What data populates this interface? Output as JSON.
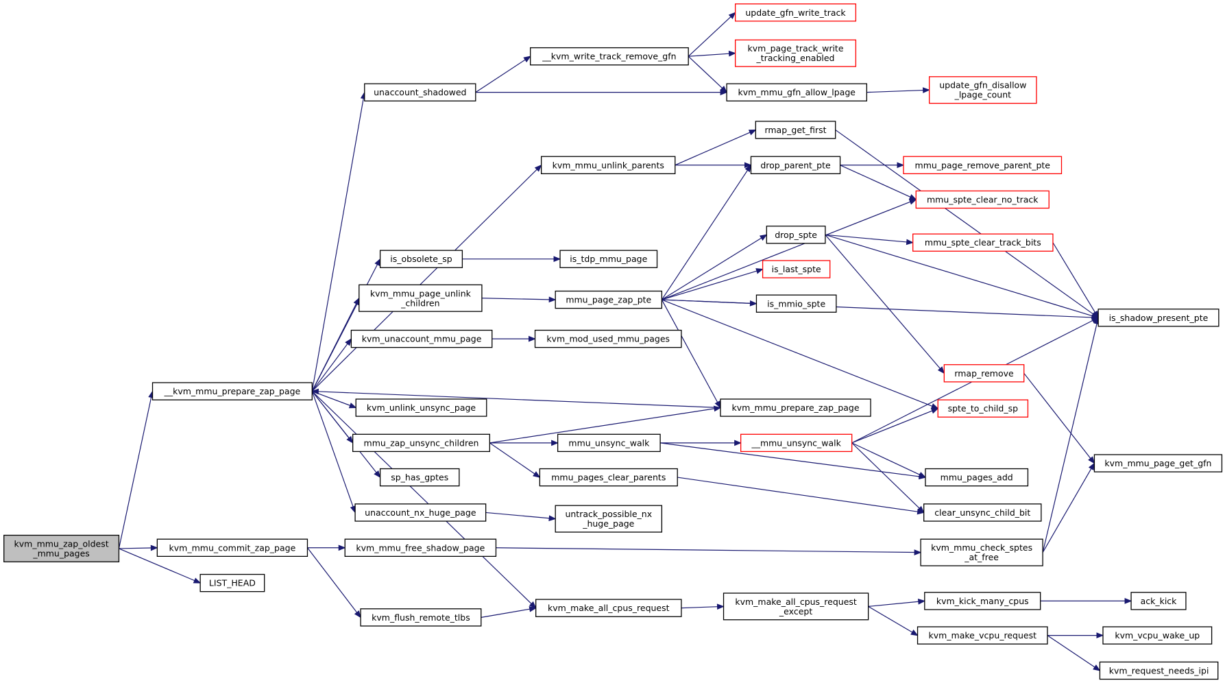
{
  "colors": {
    "edge": "#191970",
    "node_border": "#000000",
    "truncated_border": "#ff0000",
    "root_fill": "#bfbfbf"
  },
  "nodes": [
    {
      "id": "root",
      "lines": [
        "kvm_mmu_zap_oldest",
        "_mmu_pages"
      ]
    },
    {
      "id": "prep",
      "lines": [
        "__kvm_mmu_prepare_zap_page"
      ]
    },
    {
      "id": "commit",
      "lines": [
        "kvm_mmu_commit_zap_page"
      ]
    },
    {
      "id": "listhead",
      "lines": [
        "LIST_HEAD"
      ]
    },
    {
      "id": "unacc_sh",
      "lines": [
        "unaccount_shadowed"
      ]
    },
    {
      "id": "wtrg",
      "lines": [
        "__kvm_write_track_remove_gfn"
      ]
    },
    {
      "id": "ugwt",
      "lines": [
        "update_gfn_write_track"
      ],
      "red": true
    },
    {
      "id": "kptwte",
      "lines": [
        "kvm_page_track_write",
        "_tracking_enabled"
      ],
      "red": true
    },
    {
      "id": "allowlp",
      "lines": [
        "kvm_mmu_gfn_allow_lpage"
      ]
    },
    {
      "id": "ugdlc",
      "lines": [
        "update_gfn_disallow",
        "_lpage_count"
      ],
      "red": true
    },
    {
      "id": "unlinkpar",
      "lines": [
        "kvm_mmu_unlink_parents"
      ]
    },
    {
      "id": "rmapfirst",
      "lines": [
        "rmap_get_first"
      ]
    },
    {
      "id": "droppar",
      "lines": [
        "drop_parent_pte"
      ]
    },
    {
      "id": "mprp",
      "lines": [
        "mmu_page_remove_parent_pte"
      ],
      "red": true
    },
    {
      "id": "mscnt",
      "lines": [
        "mmu_spte_clear_no_track"
      ],
      "red": true
    },
    {
      "id": "isobs",
      "lines": [
        "is_obsolete_sp"
      ]
    },
    {
      "id": "istdp",
      "lines": [
        "is_tdp_mmu_page"
      ]
    },
    {
      "id": "dropspte",
      "lines": [
        "drop_spte"
      ]
    },
    {
      "id": "msctb",
      "lines": [
        "mmu_spte_clear_track_bits"
      ],
      "red": true
    },
    {
      "id": "pgunlink",
      "lines": [
        "kvm_mmu_page_unlink",
        "_children"
      ]
    },
    {
      "id": "zappte",
      "lines": [
        "mmu_page_zap_pte"
      ]
    },
    {
      "id": "islast",
      "lines": [
        "is_last_spte"
      ],
      "red": true
    },
    {
      "id": "ismmio",
      "lines": [
        "is_mmio_spte"
      ]
    },
    {
      "id": "isshadow",
      "lines": [
        "is_shadow_present_pte"
      ]
    },
    {
      "id": "unaccmmu",
      "lines": [
        "kvm_unaccount_mmu_page"
      ]
    },
    {
      "id": "modused",
      "lines": [
        "kvm_mod_used_mmu_pages"
      ]
    },
    {
      "id": "rmaprem",
      "lines": [
        "rmap_remove"
      ],
      "red": true
    },
    {
      "id": "prep2",
      "lines": [
        "kvm_mmu_prepare_zap_page"
      ]
    },
    {
      "id": "unlinkunsync",
      "lines": [
        "kvm_unlink_unsync_page"
      ]
    },
    {
      "id": "spte2child",
      "lines": [
        "spte_to_child_sp"
      ],
      "red": true
    },
    {
      "id": "zapunsync",
      "lines": [
        "mmu_zap_unsync_children"
      ]
    },
    {
      "id": "unsyncwalk",
      "lines": [
        "mmu_unsync_walk"
      ]
    },
    {
      "id": "unsyncwalk2",
      "lines": [
        "__mmu_unsync_walk"
      ],
      "red": true
    },
    {
      "id": "getgfn",
      "lines": [
        "kvm_mmu_page_get_gfn"
      ]
    },
    {
      "id": "hasgptes",
      "lines": [
        "sp_has_gptes"
      ]
    },
    {
      "id": "clearparents",
      "lines": [
        "mmu_pages_clear_parents"
      ]
    },
    {
      "id": "pagesadd",
      "lines": [
        "mmu_pages_add"
      ]
    },
    {
      "id": "unaccnx",
      "lines": [
        "unaccount_nx_huge_page"
      ]
    },
    {
      "id": "untracknx",
      "lines": [
        "untrack_possible_nx",
        "_huge_page"
      ]
    },
    {
      "id": "clearchild",
      "lines": [
        "clear_unsync_child_bit"
      ]
    },
    {
      "id": "freeshadow",
      "lines": [
        "kvm_mmu_free_shadow_page"
      ]
    },
    {
      "id": "checkspte",
      "lines": [
        "kvm_mmu_check_sptes",
        "_at_free"
      ]
    },
    {
      "id": "flushtlb",
      "lines": [
        "kvm_flush_remote_tlbs"
      ]
    },
    {
      "id": "allcpus",
      "lines": [
        "kvm_make_all_cpus_request"
      ]
    },
    {
      "id": "allcpusex",
      "lines": [
        "kvm_make_all_cpus_request",
        "_except"
      ]
    },
    {
      "id": "kickmany",
      "lines": [
        "kvm_kick_many_cpus"
      ]
    },
    {
      "id": "ackkick",
      "lines": [
        "ack_kick"
      ]
    },
    {
      "id": "vcpureq",
      "lines": [
        "kvm_make_vcpu_request"
      ]
    },
    {
      "id": "wakeup",
      "lines": [
        "kvm_vcpu_wake_up"
      ]
    },
    {
      "id": "needsipi",
      "lines": [
        "kvm_request_needs_ipi"
      ]
    }
  ],
  "edges": [
    [
      "root",
      "prep"
    ],
    [
      "root",
      "commit"
    ],
    [
      "root",
      "listhead"
    ],
    [
      "prep",
      "unacc_sh"
    ],
    [
      "prep",
      "unlinkpar"
    ],
    [
      "prep",
      "isobs"
    ],
    [
      "prep",
      "pgunlink"
    ],
    [
      "prep",
      "unaccmmu"
    ],
    [
      "prep",
      "unlinkunsync"
    ],
    [
      "prep",
      "zapunsync"
    ],
    [
      "prep",
      "hasgptes"
    ],
    [
      "prep",
      "unaccnx"
    ],
    [
      "prep",
      "allcpus"
    ],
    [
      "commit",
      "freeshadow"
    ],
    [
      "commit",
      "flushtlb"
    ],
    [
      "unacc_sh",
      "wtrg"
    ],
    [
      "unacc_sh",
      "allowlp"
    ],
    [
      "wtrg",
      "ugwt"
    ],
    [
      "wtrg",
      "kptwte"
    ],
    [
      "wtrg",
      "allowlp"
    ],
    [
      "allowlp",
      "ugdlc"
    ],
    [
      "unlinkpar",
      "rmapfirst"
    ],
    [
      "unlinkpar",
      "droppar"
    ],
    [
      "rmapfirst",
      "isshadow"
    ],
    [
      "droppar",
      "mprp"
    ],
    [
      "droppar",
      "mscnt"
    ],
    [
      "isobs",
      "istdp"
    ],
    [
      "pgunlink",
      "zappte"
    ],
    [
      "zappte",
      "droppar"
    ],
    [
      "zappte",
      "mscnt"
    ],
    [
      "zappte",
      "dropspte"
    ],
    [
      "zappte",
      "islast"
    ],
    [
      "zappte",
      "ismmio"
    ],
    [
      "zappte",
      "isshadow"
    ],
    [
      "zappte",
      "prep2"
    ],
    [
      "zappte",
      "spte2child"
    ],
    [
      "dropspte",
      "msctb"
    ],
    [
      "dropspte",
      "isshadow"
    ],
    [
      "dropspte",
      "rmaprem"
    ],
    [
      "msctb",
      "isshadow"
    ],
    [
      "rmaprem",
      "getgfn"
    ],
    [
      "unaccmmu",
      "modused"
    ],
    [
      "prep2",
      "prep"
    ],
    [
      "zapunsync",
      "prep2"
    ],
    [
      "zapunsync",
      "unsyncwalk"
    ],
    [
      "zapunsync",
      "clearparents"
    ],
    [
      "unsyncwalk",
      "unsyncwalk2"
    ],
    [
      "unsyncwalk",
      "pagesadd"
    ],
    [
      "unsyncwalk2",
      "spte2child"
    ],
    [
      "unsyncwalk2",
      "isshadow"
    ],
    [
      "unsyncwalk2",
      "pagesadd"
    ],
    [
      "unsyncwalk2",
      "clearchild"
    ],
    [
      "clearparents",
      "clearchild"
    ],
    [
      "unaccnx",
      "untracknx"
    ],
    [
      "freeshadow",
      "checkspte"
    ],
    [
      "checkspte",
      "isshadow"
    ],
    [
      "checkspte",
      "getgfn"
    ],
    [
      "flushtlb",
      "allcpus"
    ],
    [
      "allcpus",
      "allcpusex"
    ],
    [
      "allcpusex",
      "kickmany"
    ],
    [
      "allcpusex",
      "vcpureq"
    ],
    [
      "kickmany",
      "ackkick"
    ],
    [
      "vcpureq",
      "wakeup"
    ],
    [
      "vcpureq",
      "needsipi"
    ]
  ]
}
